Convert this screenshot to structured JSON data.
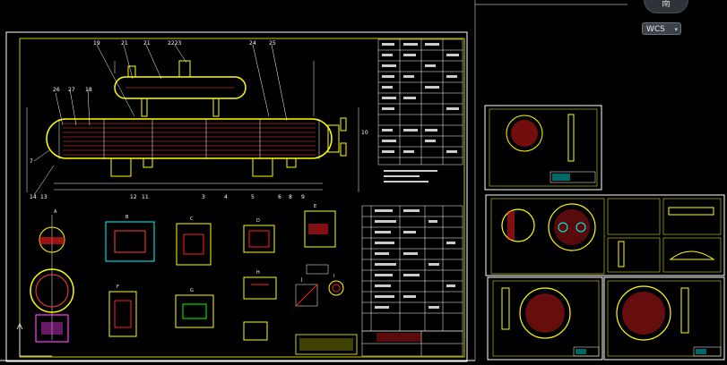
{
  "viewcube": {
    "direction_label": "南"
  },
  "wcs_menu": {
    "label": "WCS",
    "caret": "▾"
  },
  "main_drawing": {
    "part_labels": [
      "19",
      "21",
      "21",
      "2223",
      "24",
      "25",
      "26",
      "27",
      "18",
      "7",
      "14",
      "13",
      "12",
      "11",
      "3",
      "4",
      "5",
      "6",
      "8",
      "9",
      "10"
    ],
    "detail_labels": [
      "A",
      "B",
      "C",
      "D",
      "E",
      "F",
      "G",
      "H",
      "I",
      "J"
    ]
  },
  "title_block": {
    "caption": ""
  },
  "colors": {
    "frame": "#ffff00",
    "vessel": "#ffff00",
    "tubes": "#ff4040",
    "dims": "#ffffff",
    "cyan": "#00ffff",
    "magenta": "#ff40ff",
    "red": "#ff2020",
    "green": "#00ff00",
    "sheet_border": "#ffffff"
  }
}
